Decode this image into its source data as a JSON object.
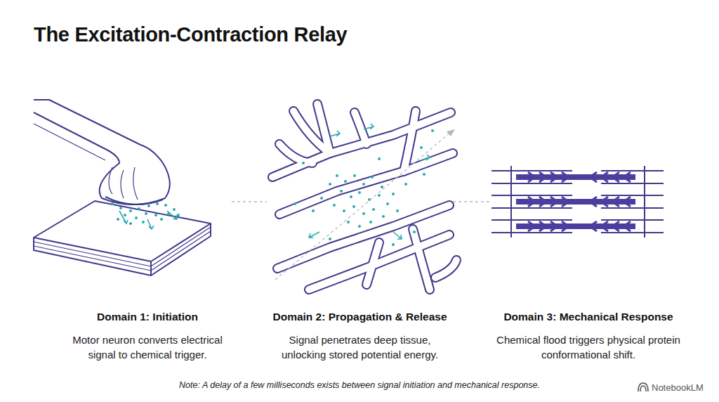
{
  "diagram": {
    "title": "The Excitation-Contraction Relay",
    "nodes": [
      {
        "text": [
          "Domain 1: Initiation",
          "Motor neuron converts electrical signal to chemical trigger."
        ]
      },
      {
        "text": [
          "Domain 2: Propagation & Release",
          "Signal penetrates deep tissue, unlocking stored potential energy."
        ]
      },
      {
        "text": [
          "Domain 3: Mechanical Response",
          "Chemical flood triggers physical protein conformational shift."
        ]
      }
    ],
    "edges": [
      {
        "from": 0,
        "to": 1,
        "arrow": "none"
      },
      {
        "from": 1,
        "to": 2,
        "arrow": "none"
      }
    ],
    "labels": [
      "Note: A delay of a few milliseconds exists between signal initiation and mechanical response.",
      "NotebookLM"
    ]
  }
}
